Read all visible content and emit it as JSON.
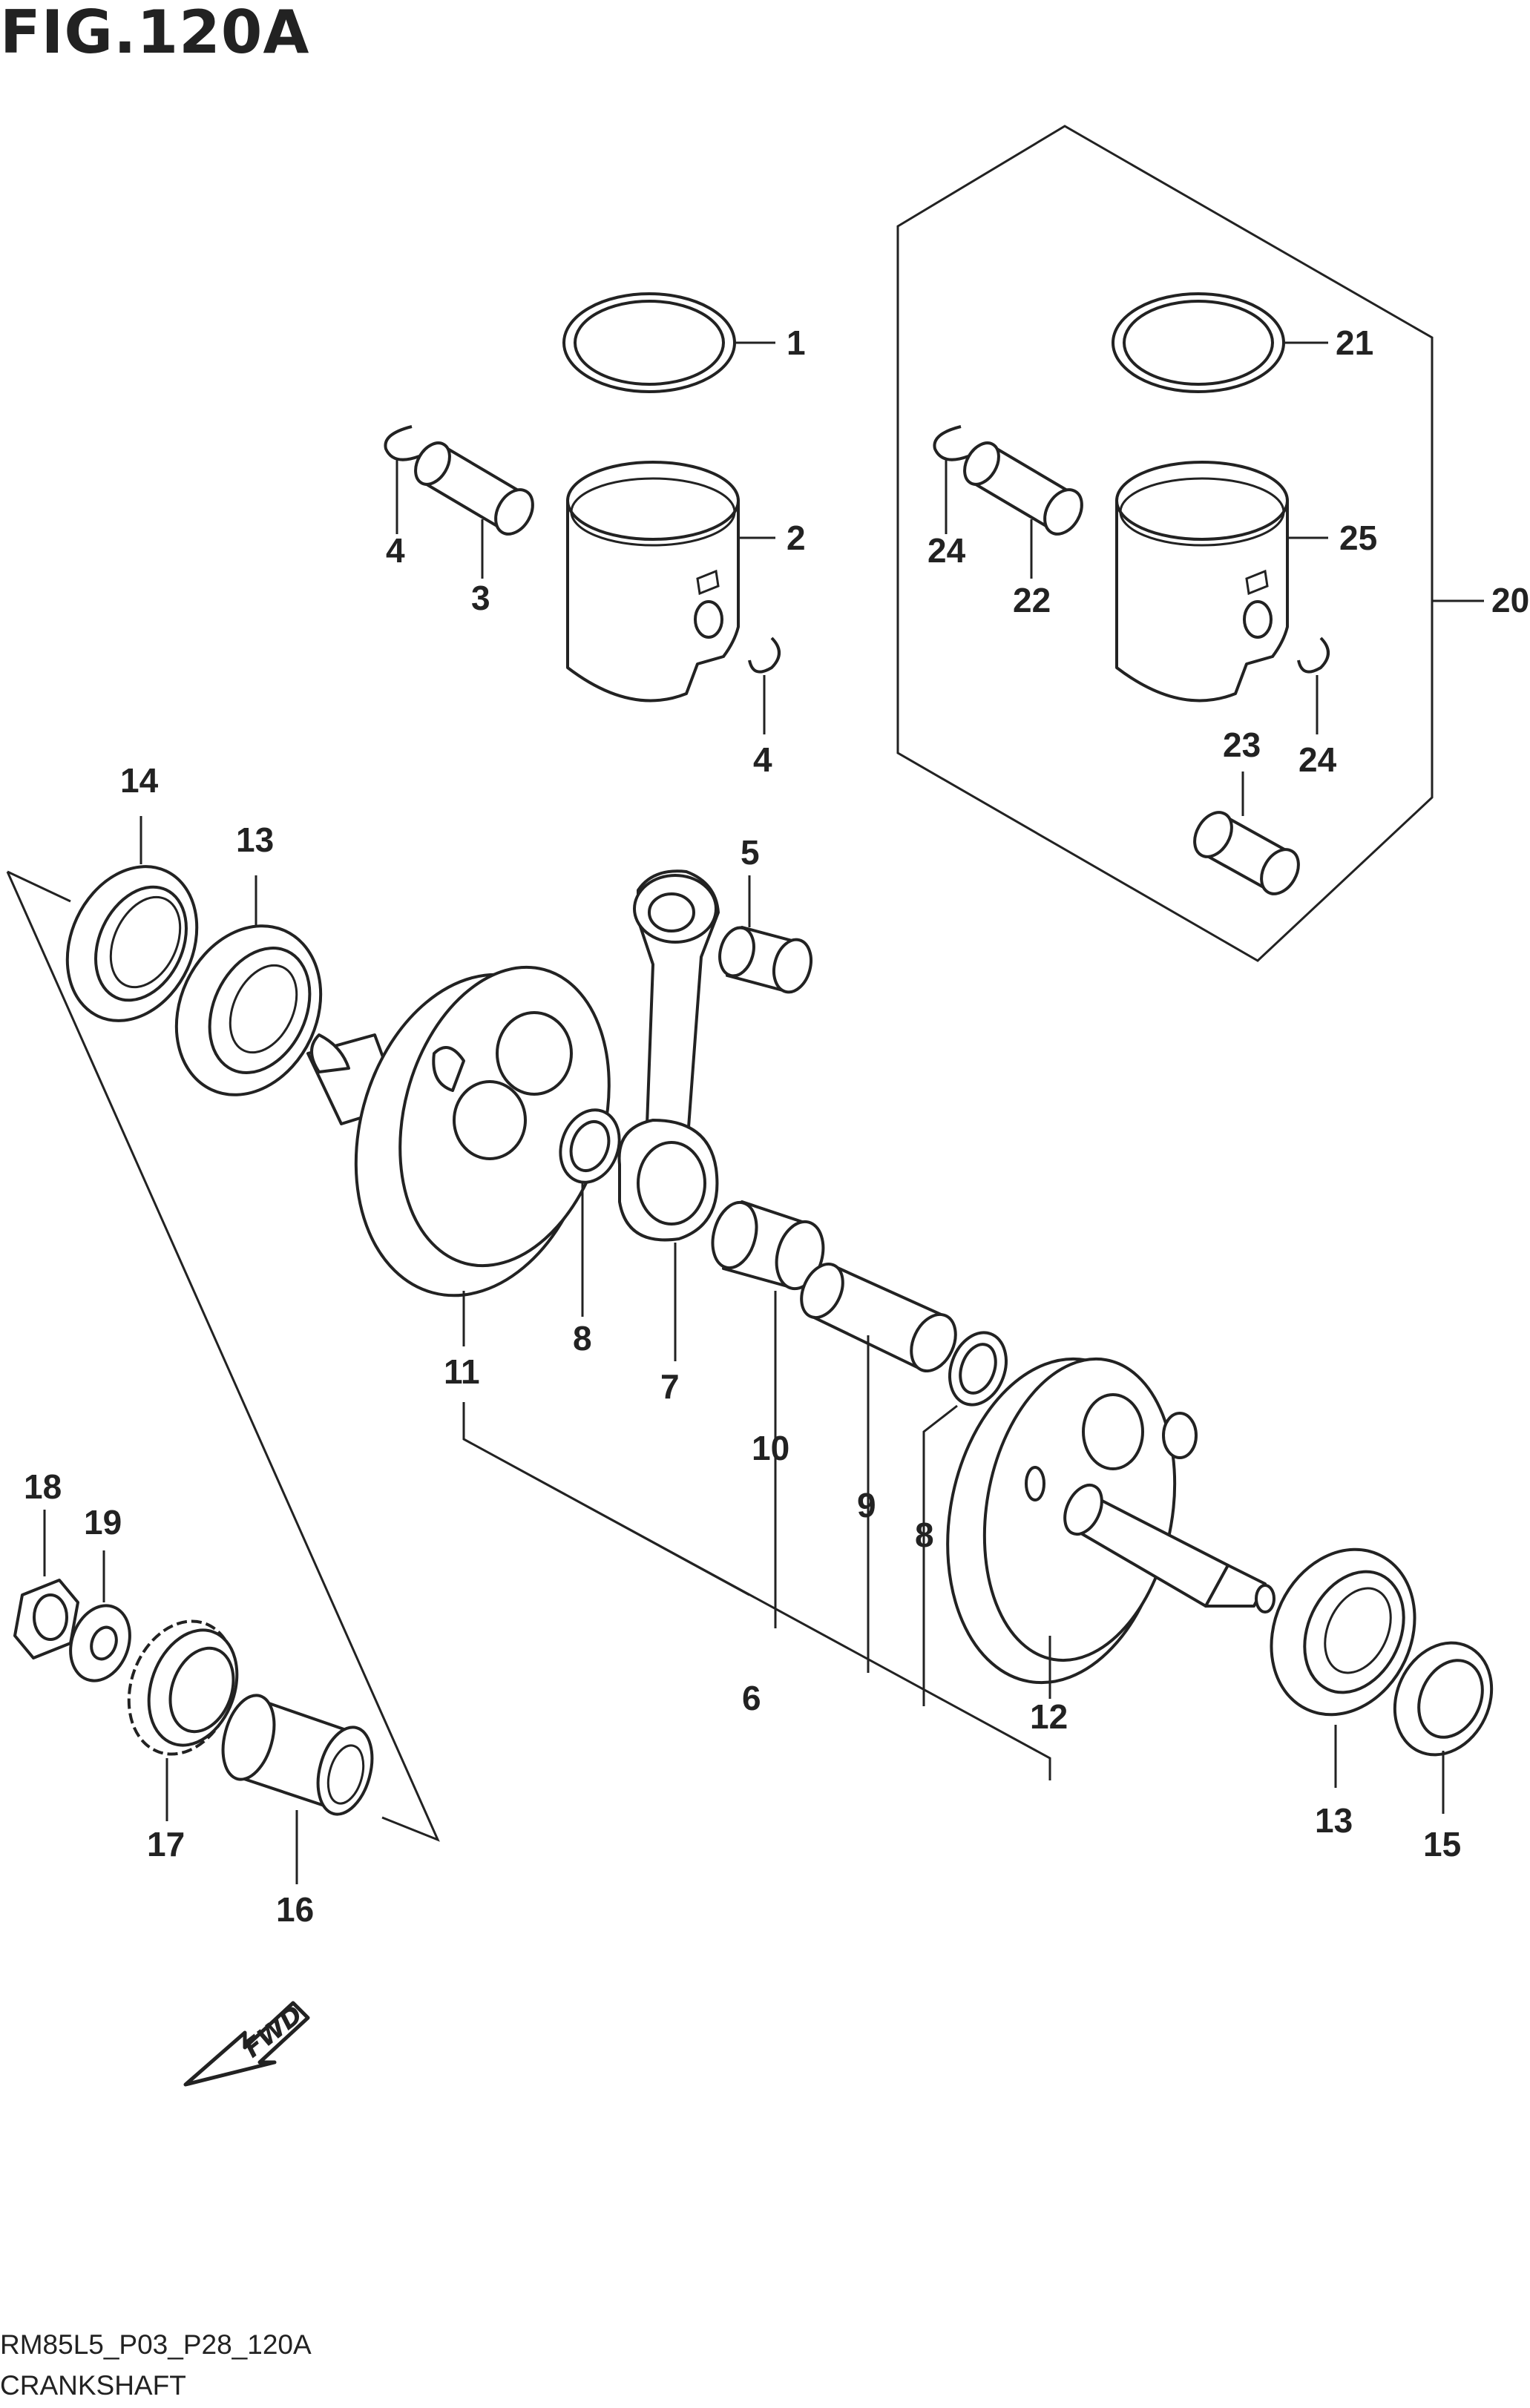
{
  "figure_title": "FIG.120A",
  "diagram_code": "RM85L5_P03_P28_120A",
  "group_name": "CRANKSHAFT",
  "direction_label": "FWD",
  "callouts": [
    {
      "id": "c1",
      "text": "1"
    },
    {
      "id": "c2",
      "text": "2"
    },
    {
      "id": "c3",
      "text": "3"
    },
    {
      "id": "c4a",
      "text": "4"
    },
    {
      "id": "c4b",
      "text": "4"
    },
    {
      "id": "c5",
      "text": "5"
    },
    {
      "id": "c6",
      "text": "6"
    },
    {
      "id": "c7",
      "text": "7"
    },
    {
      "id": "c8a",
      "text": "8"
    },
    {
      "id": "c8b",
      "text": "8"
    },
    {
      "id": "c9",
      "text": "9"
    },
    {
      "id": "c10",
      "text": "10"
    },
    {
      "id": "c11",
      "text": "11"
    },
    {
      "id": "c12",
      "text": "12"
    },
    {
      "id": "c13a",
      "text": "13"
    },
    {
      "id": "c13b",
      "text": "13"
    },
    {
      "id": "c14",
      "text": "14"
    },
    {
      "id": "c15",
      "text": "15"
    },
    {
      "id": "c16",
      "text": "16"
    },
    {
      "id": "c17",
      "text": "17"
    },
    {
      "id": "c18",
      "text": "18"
    },
    {
      "id": "c19",
      "text": "19"
    },
    {
      "id": "c20",
      "text": "20"
    },
    {
      "id": "c21",
      "text": "21"
    },
    {
      "id": "c22",
      "text": "22"
    },
    {
      "id": "c23",
      "text": "23"
    },
    {
      "id": "c24a",
      "text": "24"
    },
    {
      "id": "c24b",
      "text": "24"
    },
    {
      "id": "c25",
      "text": "25"
    }
  ]
}
